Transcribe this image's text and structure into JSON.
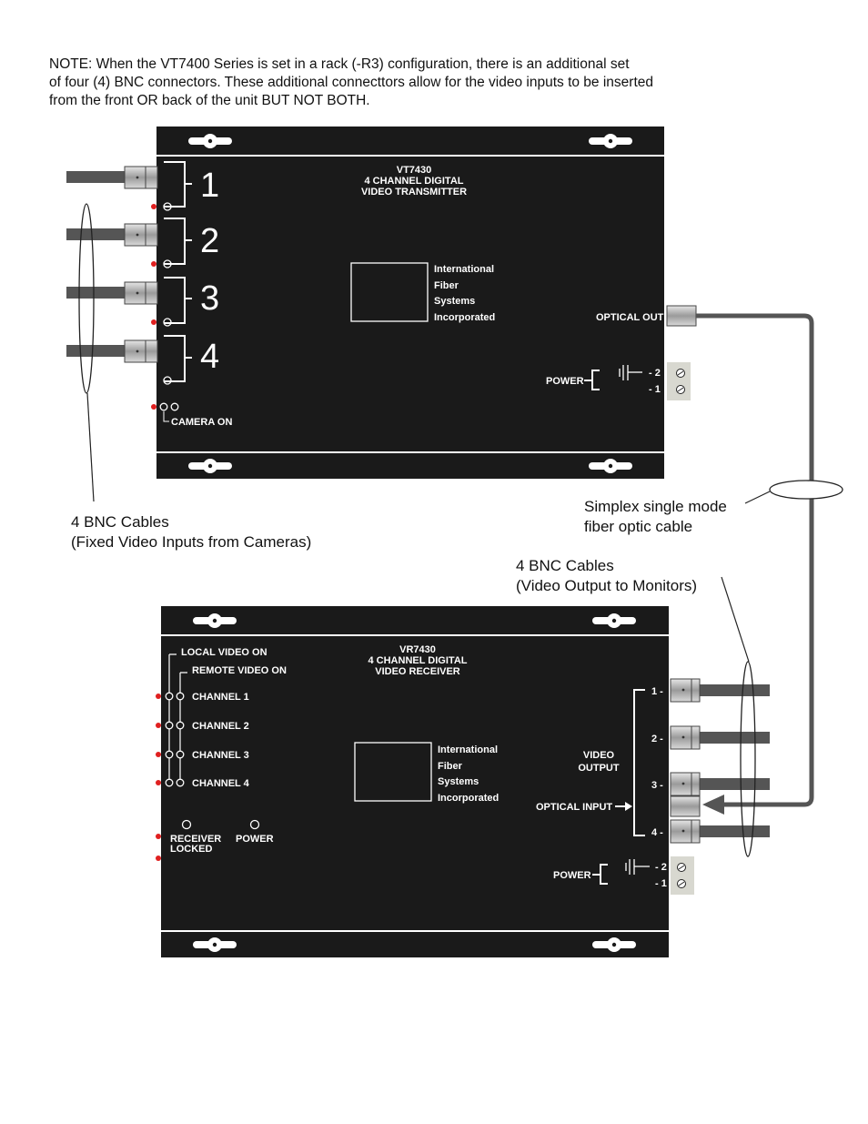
{
  "note": {
    "lines": [
      "NOTE:  When the VT7400 Series is set in a rack (-R3) configuration, there is an additional set",
      "of four (4) BNC connectors.  These additional connecttors allow for the video inputs to be inserted",
      "from the front OR back of the unit BUT NOT BOTH."
    ]
  },
  "transmitter": {
    "model": "VT7430",
    "line2": "4 CHANNEL DIGITAL",
    "line3": "VIDEO TRANSMITTER",
    "inputs": [
      "1",
      "2",
      "3",
      "4"
    ],
    "camera_on": "CAMERA ON",
    "optical_out": "OPTICAL OUT",
    "power": "POWER",
    "terminal_2": "- 2",
    "terminal_1": "- 1"
  },
  "company": [
    "International",
    "Fiber",
    "Systems",
    "Incorporated"
  ],
  "receiver": {
    "model": "VR7430",
    "line2": "4 CHANNEL DIGITAL",
    "line3": "VIDEO RECEIVER",
    "local_video_on": "LOCAL VIDEO ON",
    "remote_video_on": "REMOTE VIDEO ON",
    "channels": [
      "CHANNEL 1",
      "CHANNEL 2",
      "CHANNEL 3",
      "CHANNEL 4"
    ],
    "receiver_locked_1": "RECEIVER",
    "receiver_locked_2": "LOCKED",
    "power_led": "POWER",
    "video_output_1": "VIDEO",
    "video_output_2": "OUTPUT",
    "output_numbers": [
      "1 -",
      "2 -",
      "3 -",
      "4 -"
    ],
    "optical_input": "OPTICAL INPUT",
    "power": "POWER",
    "terminal_2": "- 2",
    "terminal_1": "- 1"
  },
  "callouts": {
    "inputs_1": "4 BNC Cables",
    "inputs_2": "(Fixed Video Inputs from Cameras)",
    "fiber_1": "Simplex single mode",
    "fiber_2": "fiber optic cable",
    "outputs_1": "4 BNC Cables",
    "outputs_2": "(Video Output to Monitors)"
  }
}
